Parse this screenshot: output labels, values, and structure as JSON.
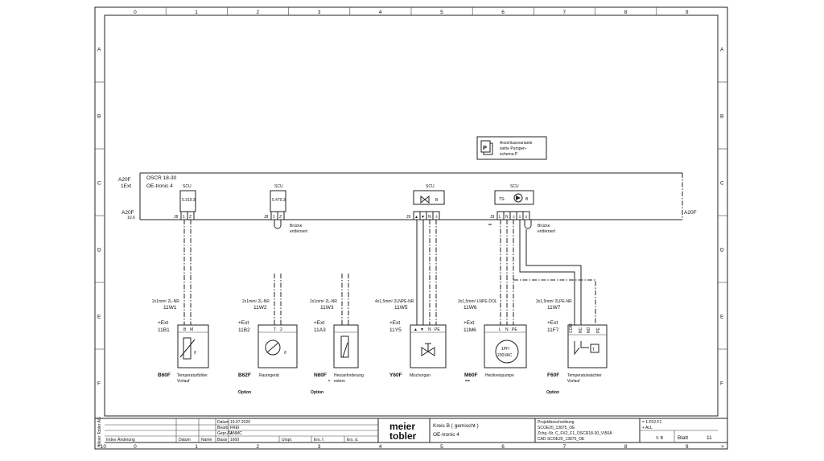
{
  "grid": {
    "columns": [
      "0",
      "1",
      "2",
      "3",
      "4",
      "5",
      "6",
      "7",
      "8",
      "9"
    ],
    "rows": [
      "A",
      "B",
      "C",
      "D",
      "E",
      "F"
    ],
    "bottom_columns": [
      "<10",
      "0",
      "1",
      "2",
      "3",
      "4",
      "5",
      "6",
      "7",
      "8",
      "9",
      ">"
    ]
  },
  "pump_note": {
    "icon": "P",
    "lines": [
      "Anschlussvariante",
      "siehe Pumpen-",
      "schema P"
    ]
  },
  "controller": {
    "ref_top": "A20F",
    "ref_ext": "1Ext",
    "name": "OSCR 18-30",
    "subname": "OE-tronic 4",
    "ref_left": "A20F",
    "ref_left_sub": "10.6",
    "ref_right": "A20F"
  },
  "scu": [
    {
      "label": "SCU",
      "module": "5.319.3",
      "connector": "J8",
      "pins": [
        "1",
        "Z"
      ]
    },
    {
      "label": "SCU",
      "module": "5.479.3",
      "connector": "J8",
      "pins": [
        "1",
        "Z"
      ],
      "bridge": [
        "Brücke",
        "entfernen!"
      ]
    },
    {
      "label": "SCU",
      "connector": "J9",
      "pins": [
        "▲",
        "▼",
        "N",
        "⏚"
      ],
      "symbol": "B"
    },
    {
      "label": "SCU",
      "connector": "J9",
      "pins": [
        "L",
        "N",
        "⏚",
        "⇓",
        "⇓"
      ],
      "prefix": "TS-",
      "symbol": "B",
      "marker": "**",
      "bridge": [
        "Brücke",
        "entfernen!"
      ]
    }
  ],
  "devices": [
    {
      "cable_spec": "2x1mm² 2L-NR",
      "cable": "11W1",
      "ext": "+Ext",
      "ref": "11B1",
      "terminals": [
        "B",
        "M"
      ],
      "code": "B60F",
      "desc": [
        "Temperaturfühler",
        "Vorlauf"
      ],
      "option": ""
    },
    {
      "cable_spec": "2x1mm² 2L-NR",
      "cable": "11W2",
      "ext": "+Ext",
      "ref": "11B2",
      "terminals": [
        "T",
        "2"
      ],
      "code": "B62F",
      "desc": [
        "Raumgerät"
      ],
      "option": "Option"
    },
    {
      "cable_spec": "2x1mm² 2L-NR",
      "cable": "11W3",
      "ext": "+Ext",
      "ref": "11A3",
      "terminals": [],
      "code": "N60F",
      "desc": [
        "Heizanforderung",
        "extern"
      ],
      "option": "Option",
      "star": "*"
    },
    {
      "cable_spec": "4x1,5mm² 2LNPE-NR",
      "cable": "11W5",
      "ext": "+Ext",
      "ref": "11Y5",
      "terminals": [
        "▲",
        "▼",
        "N",
        "PE"
      ],
      "code": "Y60F",
      "desc": [
        "Mischorgan"
      ],
      "option": ""
    },
    {
      "cable_spec": "3x1,5mm² LNPE-DOL",
      "cable": "11W6",
      "ext": "+Ext",
      "ref": "11M6",
      "terminals": [
        "L",
        "N",
        "PE"
      ],
      "code": "M60F",
      "desc": [
        "Heizkreispumpe"
      ],
      "option": "",
      "star": "***",
      "motor": [
        "1PH",
        "230VAC"
      ]
    },
    {
      "cable_spec": "3x1,5mm² 2LPE-NR",
      "cable": "11W7",
      "ext": "+Ext",
      "ref": "11F7",
      "terminals": [
        "COM",
        "NC",
        "NO",
        "PE"
      ],
      "code": "F60F",
      "desc": [
        "Temperaturwächter",
        "Vorlauf"
      ],
      "option": "Option"
    }
  ],
  "title_block": {
    "side_text": "Meier Tobler AG",
    "fields": [
      {
        "label": "Datum",
        "value": "19.07.2020"
      },
      {
        "label": "Bearb.",
        "value": "FREI"
      },
      {
        "label": "Gepr./Fr",
        "value": "ANMC"
      },
      {
        "label": "Basis",
        "value": "1600"
      }
    ],
    "index_headers": [
      "Index",
      "Änderung",
      "Datum",
      "Name"
    ],
    "origin_headers": [
      "Urspr.",
      "Ers. f.",
      "Ers. d."
    ],
    "brand_line1": "meier",
    "brand_line2": "tobler",
    "title_line1": "Kreis B ( gemischt )",
    "title_line2": "OE-tronic 4",
    "project_lines": [
      "Projektbeschreibung",
      "SCOE20_13875_OE",
      "Zchg.-Nr.  C_FX2_F1_OSCR18-30_VI50A",
      "CAD    SCOE20_13875_OE"
    ],
    "refs": [
      "= 1.F02.F1",
      "+ ALL"
    ],
    "version": "V. B",
    "sheet_label": "Blatt",
    "sheet_no": "11"
  }
}
